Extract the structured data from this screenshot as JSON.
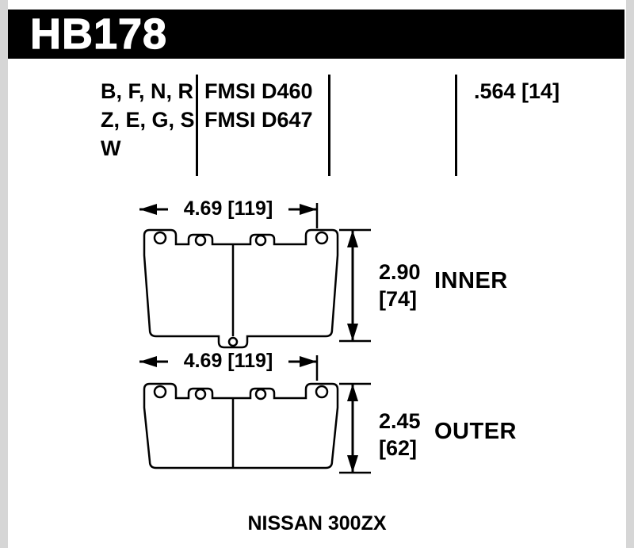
{
  "header": {
    "part_number": "HB178"
  },
  "spec_table": {
    "compound_codes": [
      "B, F, N, R",
      "Z, E, G, S",
      "W"
    ],
    "fmsi_numbers": [
      "FMSI D460",
      "FMSI D647"
    ],
    "pad_thickness": ".564 [14]"
  },
  "pads": [
    {
      "position": "INNER",
      "width": "4.69 [119]",
      "height_in": "2.90",
      "height_mm": "[74]"
    },
    {
      "position": "OUTER",
      "width": "4.69 [119]",
      "height_in": "2.45",
      "height_mm": "[62]"
    }
  ],
  "footer": {
    "vehicle": "NISSAN 300ZX"
  },
  "colors": {
    "ink": "#000000",
    "paper": "#ffffff",
    "edge": "#d6d6d6"
  }
}
